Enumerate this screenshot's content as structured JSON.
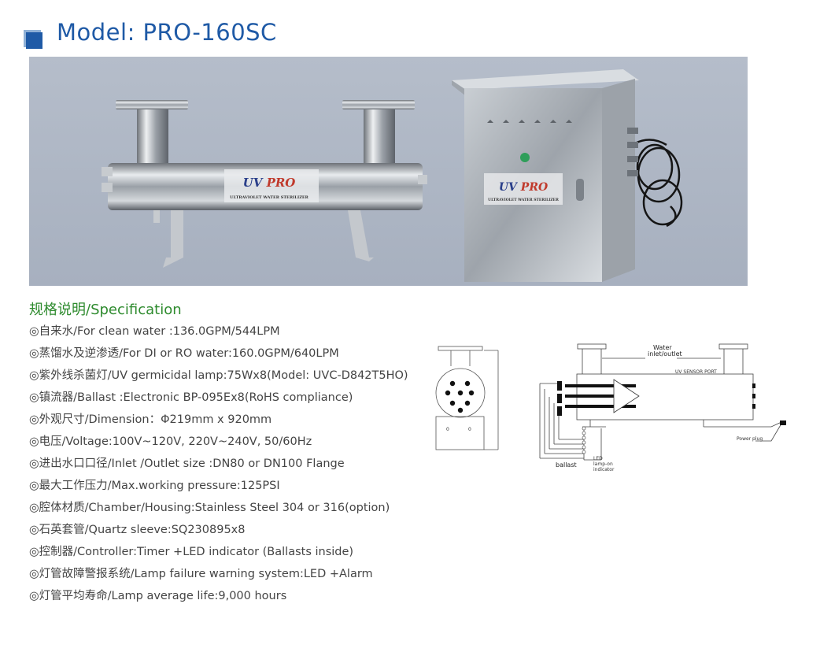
{
  "header": {
    "title": "Model: PRO-160SC"
  },
  "photo": {
    "brand_logo": "UV PRO",
    "label_text": "ULTRAVIOLET WATER STERILIZER"
  },
  "spec": {
    "heading": "规格说明/Specification",
    "items": [
      "◎自来水/For clean water :136.0GPM/544LPM",
      "◎蒸馏水及逆渗透/For DI or RO water:160.0GPM/640LPM",
      "◎紫外线杀菌灯/UV germicidal lamp:75Wx8(Model: UVC-D842T5HO)",
      "◎镇流器/Ballast :Electronic BP-095Ex8(RoHS compliance)",
      "◎外观尺寸/Dimension：Φ219mm x 920mm",
      "◎电压/Voltage:100V~120V, 220V~240V, 50/60Hz",
      "◎进出水口口径/Inlet /Outlet size :DN80 or DN100 Flange",
      "◎最大工作压力/Max.working pressure:125PSI",
      "◎腔体材质/Chamber/Housing:Stainless Steel 304 or 316(option)",
      "◎石英套管/Quartz sleeve:SQ230895x8",
      "◎控制器/Controller:Timer +LED indicator (Ballasts inside)",
      "◎灯管故障警报系统/Lamp failure warning system:LED +Alarm",
      "◎灯管平均寿命/Lamp average life:9,000 hours"
    ]
  },
  "diagram": {
    "water_label": "Water inlet/outlet",
    "sensor_label": "UV SENSOR PORT",
    "power_label": "Power plug",
    "ballast_label": "ballast",
    "led_label": "LED lamp-on indicator"
  }
}
